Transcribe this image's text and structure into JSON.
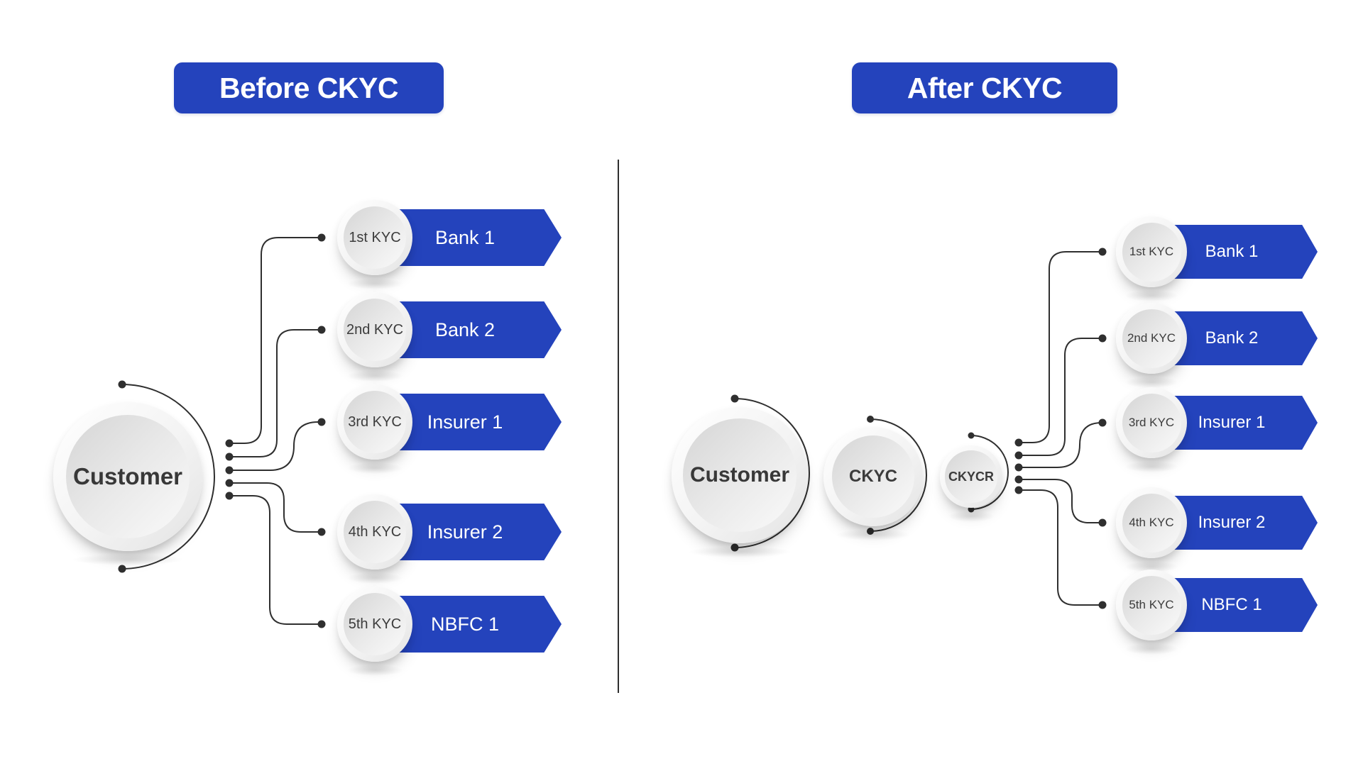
{
  "colors": {
    "accent_blue": "#2443bc",
    "wire": "#2f2f2f",
    "circle_text": "#3c3c3c",
    "banner_text": "#ffffff"
  },
  "left_panel": {
    "title": "Before CKYC",
    "customer_label": "Customer",
    "rows": [
      {
        "kyc": "1st KYC",
        "entity": "Bank 1"
      },
      {
        "kyc": "2nd KYC",
        "entity": "Bank 2"
      },
      {
        "kyc": "3rd KYC",
        "entity": "Insurer 1"
      },
      {
        "kyc": "4th KYC",
        "entity": "Insurer 2"
      },
      {
        "kyc": "5th KYC",
        "entity": "NBFC 1"
      }
    ]
  },
  "right_panel": {
    "title": "After CKYC",
    "customer_label": "Customer",
    "ckyc_label": "CKYC",
    "ckycr_label": "CKYCR",
    "rows": [
      {
        "kyc": "1st KYC",
        "entity": "Bank 1"
      },
      {
        "kyc": "2nd KYC",
        "entity": "Bank 2"
      },
      {
        "kyc": "3rd KYC",
        "entity": "Insurer 1"
      },
      {
        "kyc": "4th KYC",
        "entity": "Insurer 2"
      },
      {
        "kyc": "5th KYC",
        "entity": "NBFC 1"
      }
    ]
  }
}
